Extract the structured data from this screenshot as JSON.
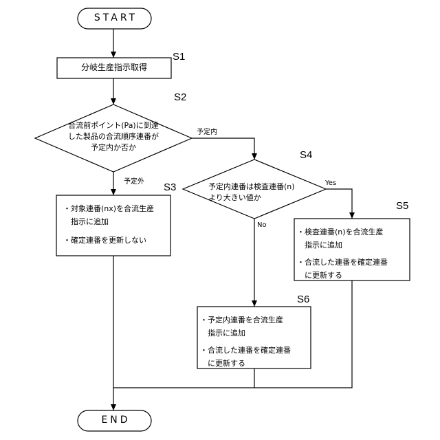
{
  "terminals": {
    "start": "START",
    "end": "END"
  },
  "steps": {
    "s1": {
      "id": "S1",
      "text": "分岐生産指示取得"
    },
    "s2": {
      "id": "S2",
      "lines": [
        "合流前ポイント(Pa)に到達",
        "した製品の合流順序連番が",
        "予定内か否か"
      ],
      "yes_label": "予定内",
      "no_label": "予定外"
    },
    "s3": {
      "id": "S3",
      "lines": [
        "・対象連番(nx)を合流生産",
        "　指示に追加",
        "・確定連番を更新しない"
      ]
    },
    "s4": {
      "id": "S4",
      "lines": [
        "予定内連番は検査連番(n)",
        "より大きい値か"
      ],
      "yes_label": "Yes",
      "no_label": "No"
    },
    "s5": {
      "id": "S5",
      "lines": [
        "・検査連番(n)を合流生産",
        "　指示に追加",
        "・合流した連番を確定連番",
        "　に更新する"
      ]
    },
    "s6": {
      "id": "S6",
      "lines": [
        "・予定内連番を合流生産",
        "　指示に追加",
        "・合流した連番を確定連番",
        "　に更新する"
      ]
    }
  }
}
